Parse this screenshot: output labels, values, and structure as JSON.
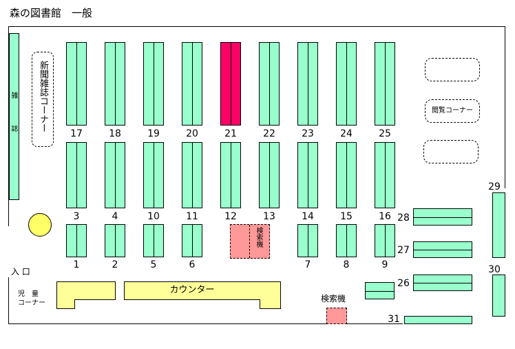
{
  "title": "森の図書館　一般",
  "selected_shelf": "21",
  "rows": {
    "top": [
      "17",
      "18",
      "19",
      "20",
      "21",
      "22",
      "23",
      "24",
      "25"
    ],
    "middle": [
      "3",
      "4",
      "10",
      "11",
      "12",
      "13",
      "14",
      "15",
      "16"
    ],
    "bottom": [
      "1",
      "2",
      "5",
      "6",
      "7",
      "8",
      "9"
    ]
  },
  "right_shelves": [
    "28",
    "27",
    "26",
    "31",
    "29",
    "30"
  ],
  "labels": {
    "magazine_rack": "雑誌",
    "newspaper_corner": "新聞雑誌コーナー",
    "reading_corner": "閲覧コーナー",
    "search_machine_shelf": "検索機",
    "search_machine": "検索機",
    "entrance": "入 口",
    "children_corner_1": "児　童",
    "children_corner_2": "コーナー",
    "counter": "カウンター"
  },
  "colors": {
    "shelf": "#99ffcc",
    "selected": "#ff0066",
    "search": "#ff9999",
    "counter": "#ffff99",
    "pillar": "#ffff66"
  }
}
